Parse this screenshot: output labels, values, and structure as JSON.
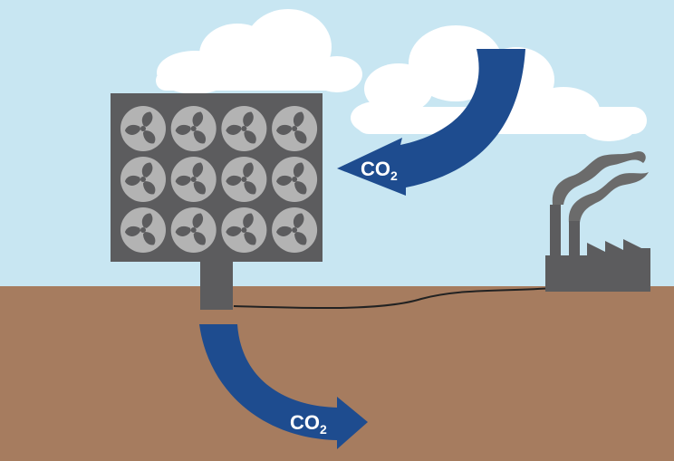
{
  "labels": {
    "arrow_top": {
      "main": "CO",
      "sub": "2"
    },
    "arrow_bottom": {
      "main": "CO",
      "sub": "2"
    }
  },
  "colors": {
    "sky": "#c8e6f2",
    "ground": "#a67c5f",
    "arrow_blue": "#1e4c8f",
    "machine_gray": "#5c5c5e",
    "fan_circle": "#b3b3b3",
    "cloud_white": "#ffffff",
    "smoke_gray": "#6b6b6b",
    "pipe_black": "#222222"
  },
  "fan_grid": {
    "rows": 3,
    "columns": 4
  }
}
